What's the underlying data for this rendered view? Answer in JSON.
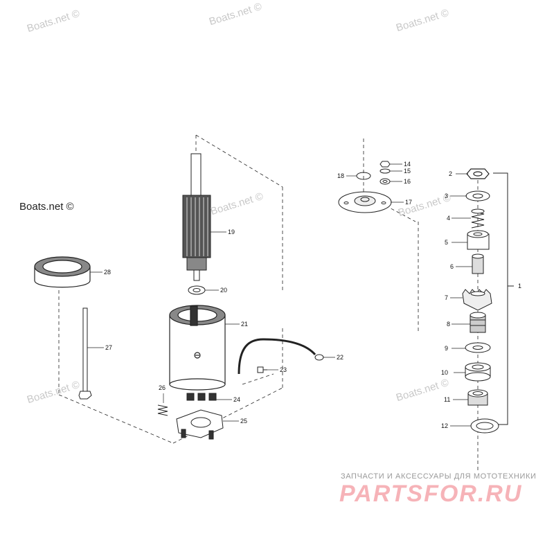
{
  "watermarks": {
    "wm_top_left": "Boats.net ©",
    "wm_top_center": "Boats.net ©",
    "wm_top_right": "Boats.net ©",
    "wm_left_dark": "Boats.net ©",
    "wm_mid_center": "Boats.net ©",
    "wm_mid_right": "Boats.net ©",
    "wm_lower_left": "Boats.net ©",
    "wm_lower_right": "Boats.net ©"
  },
  "callouts": {
    "c1": "1",
    "c2": "2",
    "c3": "3",
    "c4": "4",
    "c5": "5",
    "c6": "6",
    "c7": "7",
    "c8": "8",
    "c9": "9",
    "c10": "10",
    "c11": "11",
    "c12": "12",
    "c14": "14",
    "c15": "15",
    "c16": "16",
    "c17": "17",
    "c18": "18",
    "c19": "19",
    "c20": "20",
    "c21": "21",
    "c22": "22",
    "c23": "23",
    "c24": "24",
    "c25": "25",
    "c26": "26",
    "c27": "27",
    "c28": "28"
  },
  "footer": {
    "tagline": "ЗАПЧАСТИ И АКСЕССУАРЫ ДЛЯ МОТОТЕХНИКИ",
    "brand": "PARTSFOR.RU",
    "brand_color": "#f6b3b8"
  }
}
